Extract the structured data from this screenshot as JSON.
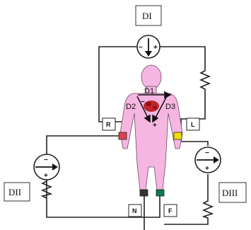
{
  "labels": {
    "lead_i": "DI",
    "lead_ii": "DII",
    "lead_iii": "DIII",
    "vector_d1": "D1",
    "vector_d2": "D2",
    "vector_d3": "D3"
  },
  "electrodes": {
    "right_arm": "R",
    "left_arm": "L",
    "right_leg": "N",
    "left_foot": "F"
  },
  "signs": {
    "minus": "−",
    "plus": "+"
  },
  "colors": {
    "body": "#f6b6e2",
    "heart": "#c0262c",
    "electrode_r": "#e0404c",
    "electrode_l": "#f0e000",
    "electrode_n": "#333333",
    "electrode_f": "#0a7a50",
    "wire": "#222222"
  }
}
